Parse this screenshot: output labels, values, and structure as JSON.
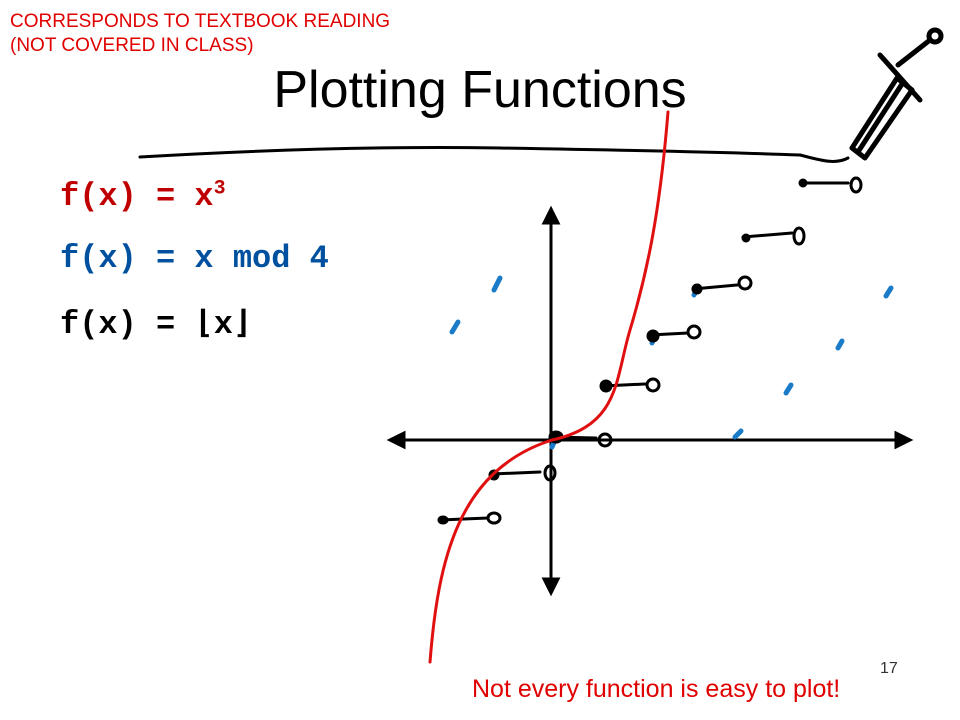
{
  "slide": {
    "note_line1": "CORRESPONDS TO TEXTBOOK READING",
    "note_line2": "(NOT COVERED IN CLASS)",
    "title": "Plotting Functions",
    "functions": {
      "cube_prefix": "f(x) = x",
      "cube_exponent": "3",
      "mod": "f(x) = x mod 4",
      "floor": "f(x) = ⌊x⌋"
    },
    "footer": "Not every function is easy to plot!",
    "page_number": "17",
    "colors": {
      "note": "#e00000",
      "cube": "#c00000",
      "mod": "#0050a0",
      "floor": "#000000",
      "curve": "#e01010",
      "mod_points": "#1a7cc8"
    },
    "icons": [
      "sword-icon"
    ]
  }
}
